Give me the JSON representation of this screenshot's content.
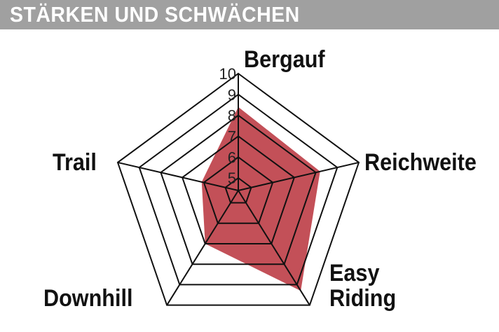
{
  "header": {
    "title": "STÄRKEN UND SCHWÄCHEN"
  },
  "chart_data": {
    "type": "radar",
    "title": "STÄRKEN UND SCHWÄCHEN",
    "axes": [
      "Bergauf",
      "Reichweite",
      "Easy Riding",
      "Downhill",
      "Trail"
    ],
    "axis_label_lines": {
      "Easy Riding": [
        "Easy",
        "Riding"
      ]
    },
    "values": [
      8.4,
      8.2,
      9.3,
      7.0,
      6.1
    ],
    "ticks": [
      5,
      6,
      7,
      8,
      9,
      10
    ],
    "range": [
      4.4,
      10
    ],
    "fill_color": "#c0474f",
    "grid_color": "#111111",
    "header_color": "#a0a0a0"
  }
}
